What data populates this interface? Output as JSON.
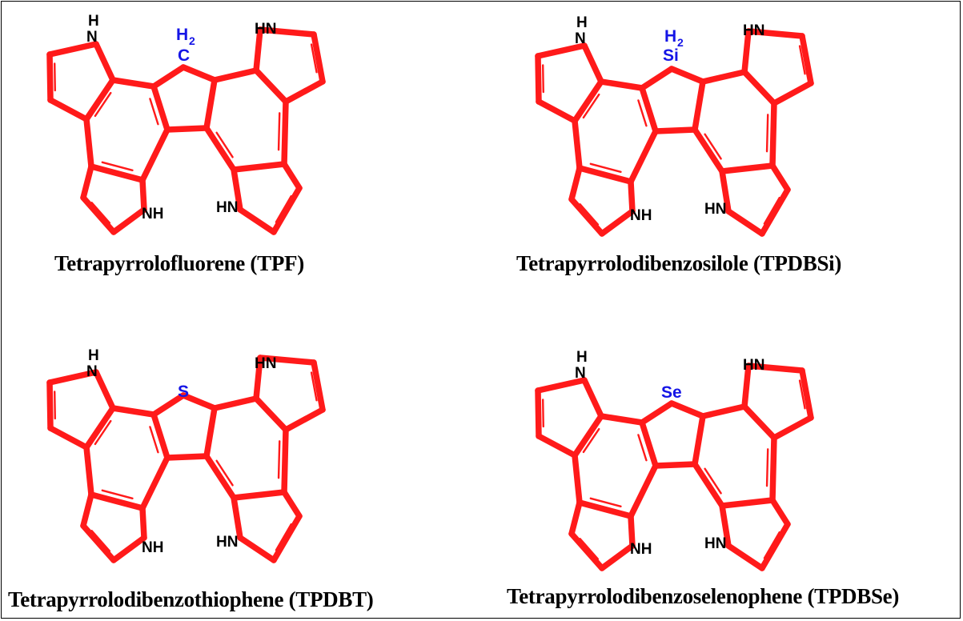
{
  "colors": {
    "bond": "#ff1a1a",
    "label_text": "#000000",
    "hetero_atom": "#1515e6",
    "background": "#ffffff"
  },
  "atom_labels": {
    "nh": "NH",
    "hn": "HN",
    "h": "H",
    "n": "N"
  },
  "molecules": [
    {
      "id": "tpf",
      "bridge_atom": "C",
      "bridge_h": "H",
      "bridge_sub": "2",
      "caption": "Tetrapyrrolofluorene (TPF)"
    },
    {
      "id": "tpdbsi",
      "bridge_atom": "Si",
      "bridge_h": "H",
      "bridge_sub": "2",
      "caption": "Tetrapyrrolodibenzosilole (TPDBSi)"
    },
    {
      "id": "tpdbt",
      "bridge_atom": "S",
      "bridge_h": "",
      "bridge_sub": "",
      "caption": "Tetrapyrrolodibenzothiophene (TPDBT)"
    },
    {
      "id": "tpdbse",
      "bridge_atom": "Se",
      "bridge_h": "",
      "bridge_sub": "",
      "caption": "Tetrapyrrolodibenzoselenophene (TPDBSe)"
    }
  ]
}
